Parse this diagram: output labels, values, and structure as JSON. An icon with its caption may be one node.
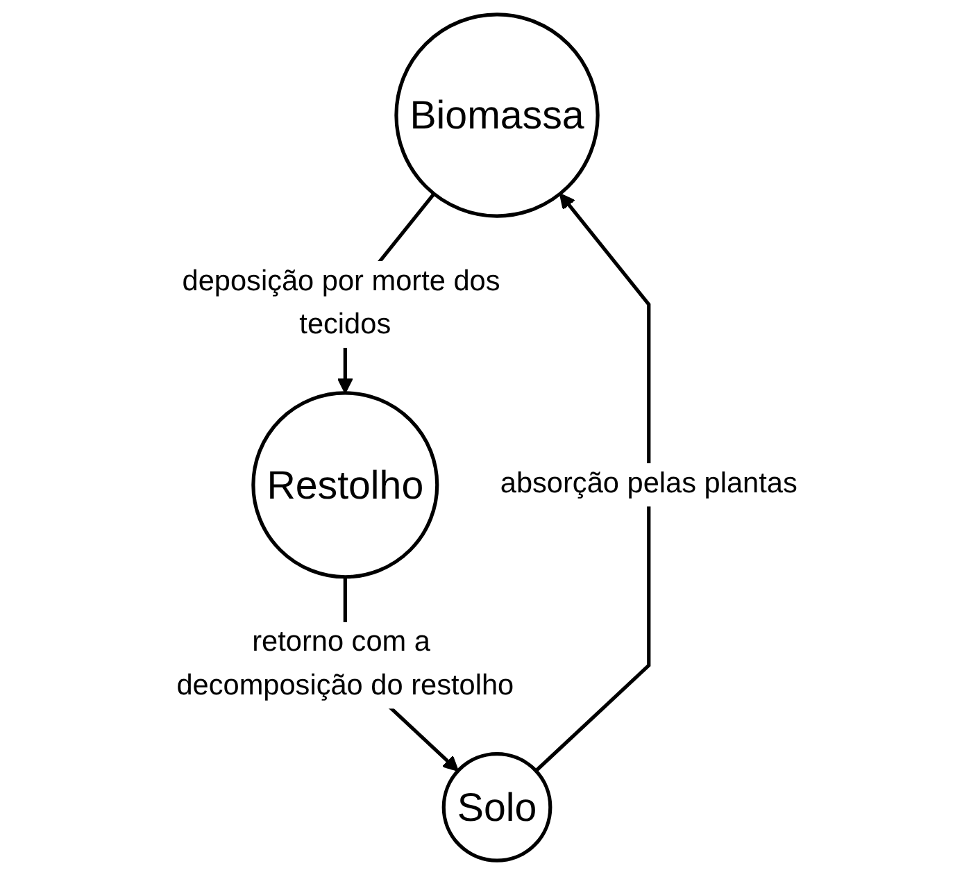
{
  "diagram": {
    "nodes": [
      {
        "text": [
          "Biomassa"
        ]
      },
      {
        "text": [
          "Restolho"
        ]
      },
      {
        "text": [
          "Solo"
        ]
      }
    ],
    "edges": [
      {
        "from": 0,
        "to": 1,
        "arrow": "to",
        "label": "deposição por morte dos tecidos"
      },
      {
        "from": 1,
        "to": 2,
        "arrow": "to",
        "label": "retorno com a decomposição do restolho"
      },
      {
        "from": 2,
        "to": 0,
        "arrow": "to",
        "label": "absorção pelas plantas"
      }
    ]
  }
}
